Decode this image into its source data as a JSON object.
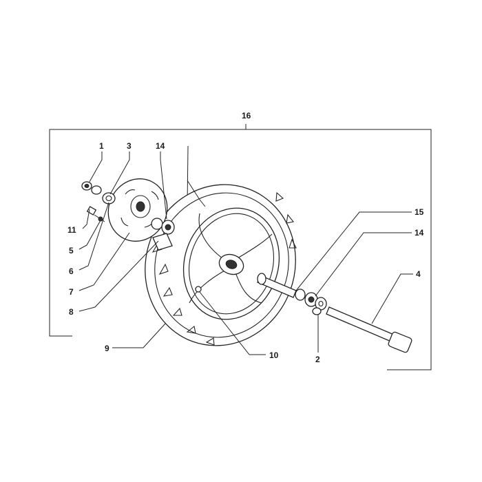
{
  "diagram": {
    "callouts": {
      "c16": "16",
      "c1": "1",
      "c3": "3",
      "c14a": "14",
      "c11": "11",
      "c5": "5",
      "c6": "6",
      "c7": "7",
      "c8": "8",
      "c9": "9",
      "c10": "10",
      "c15": "15",
      "c14b": "14",
      "c4": "4",
      "c2": "2"
    }
  }
}
